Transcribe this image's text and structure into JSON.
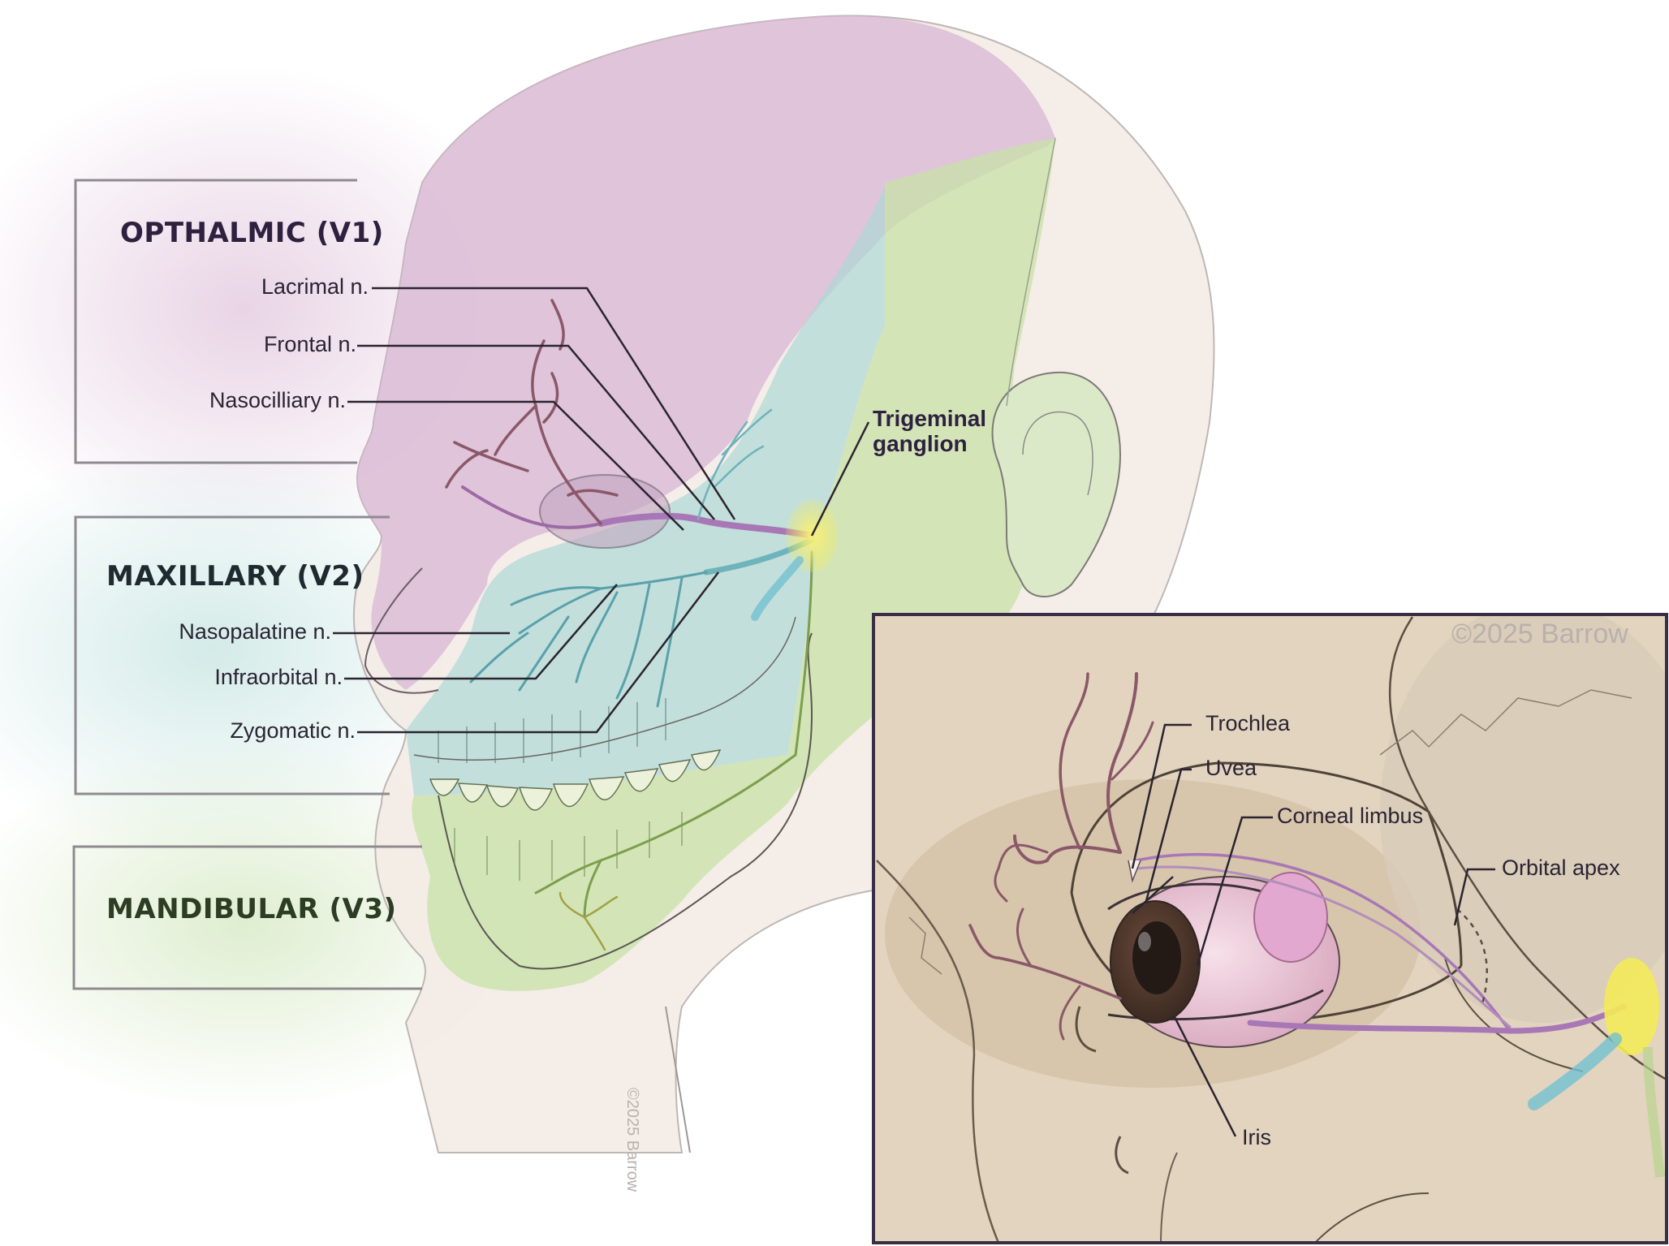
{
  "divisions": {
    "v1": {
      "title": "OPTHALMIC (V1)",
      "color": "#2e2140",
      "branches": [
        "Lacrimal n.",
        "Frontal n.",
        "Nasocilliary n."
      ]
    },
    "v2": {
      "title": "MAXILLARY (V2)",
      "color": "#1f2a30",
      "branches": [
        "Nasopalatine n.",
        "Infraorbital n.",
        "Zygomatic n."
      ]
    },
    "v3": {
      "title": "MANDIBULAR (V3)",
      "color": "#2c3d24"
    }
  },
  "ganglion": {
    "label_line1": "Trigeminal",
    "label_line2": "ganglion"
  },
  "inset": {
    "labels": [
      "Trochlea",
      "Uvea",
      "Corneal limbus",
      "Orbital apex",
      "Iris"
    ],
    "copyright": "©2025 Barrow"
  },
  "main_copyright": "©2025 Barrow",
  "colors": {
    "v1_region": "#d9b8d8",
    "v2_region": "#b9dcda",
    "v3_region": "#cfe5b4",
    "nerve_v1": "#a877b6",
    "nerve_v2": "#6fb3bb",
    "ganglion": "#f3ea59",
    "inset_bg": "#e2d4bf",
    "inset_frame": "#3a2e45"
  }
}
